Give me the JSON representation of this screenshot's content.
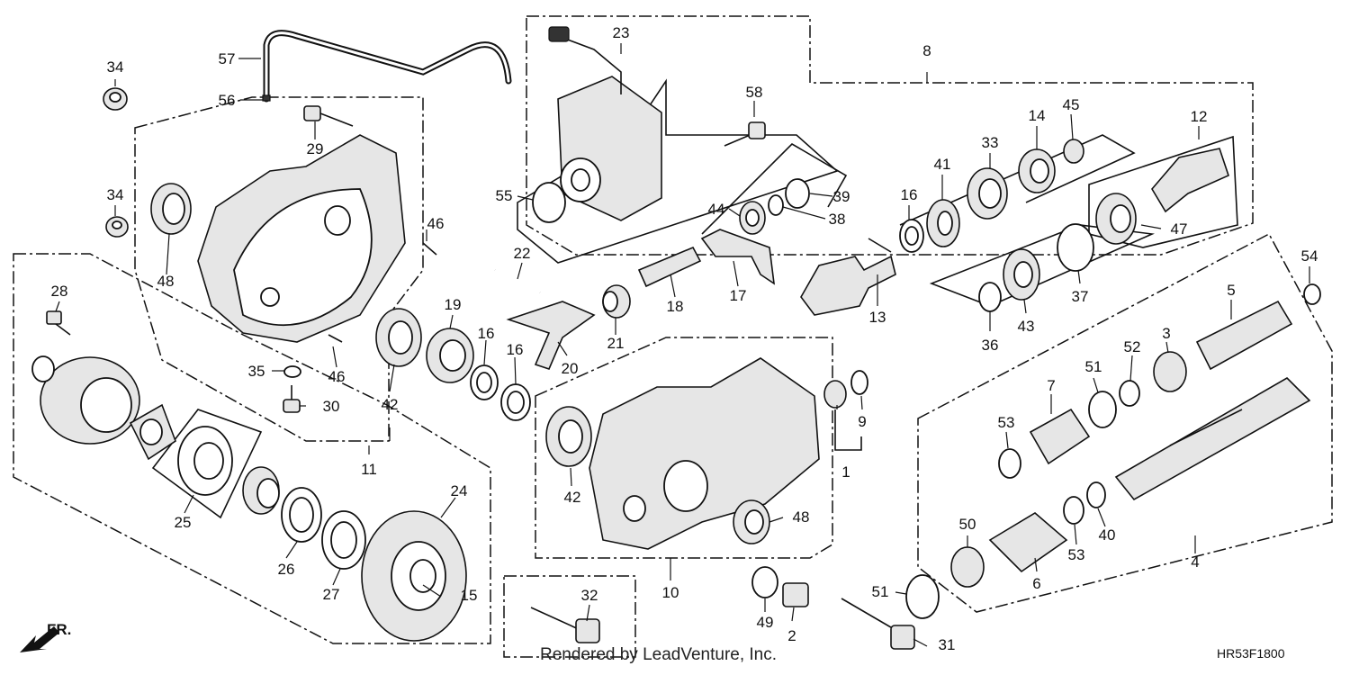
{
  "callouts": {
    "c1": "1",
    "c2": "2",
    "c3": "3",
    "c4": "4",
    "c5": "5",
    "c6": "6",
    "c7": "7",
    "c8": "8",
    "c9": "9",
    "c10": "10",
    "c11": "11",
    "c12": "12",
    "c13": "13",
    "c14": "14",
    "c15": "15",
    "c16a": "16",
    "c16b": "16",
    "c16c": "16",
    "c17": "17",
    "c18": "18",
    "c19": "19",
    "c20": "20",
    "c21": "21",
    "c22": "22",
    "c23": "23",
    "c24": "24",
    "c25": "25",
    "c26": "26",
    "c27": "27",
    "c28": "28",
    "c29": "29",
    "c30": "30",
    "c31": "31",
    "c32": "32",
    "c33": "33",
    "c34a": "34",
    "c34b": "34",
    "c35": "35",
    "c36": "36",
    "c37": "37",
    "c38": "38",
    "c39": "39",
    "c40": "40",
    "c41": "41",
    "c42a": "42",
    "c42b": "42",
    "c43": "43",
    "c44": "44",
    "c45": "45",
    "c46a": "46",
    "c46b": "46",
    "c47": "47",
    "c48a": "48",
    "c48b": "48",
    "c49": "49",
    "c50": "50",
    "c51a": "51",
    "c51b": "51",
    "c52": "52",
    "c53a": "53",
    "c53b": "53",
    "c54": "54",
    "c55": "55",
    "c56": "56",
    "c57": "57",
    "c58": "58"
  },
  "direction_label": "FR.",
  "footer_text": "Rendered by LeadVenture, Inc.",
  "diagram_code": "HR53F1800"
}
